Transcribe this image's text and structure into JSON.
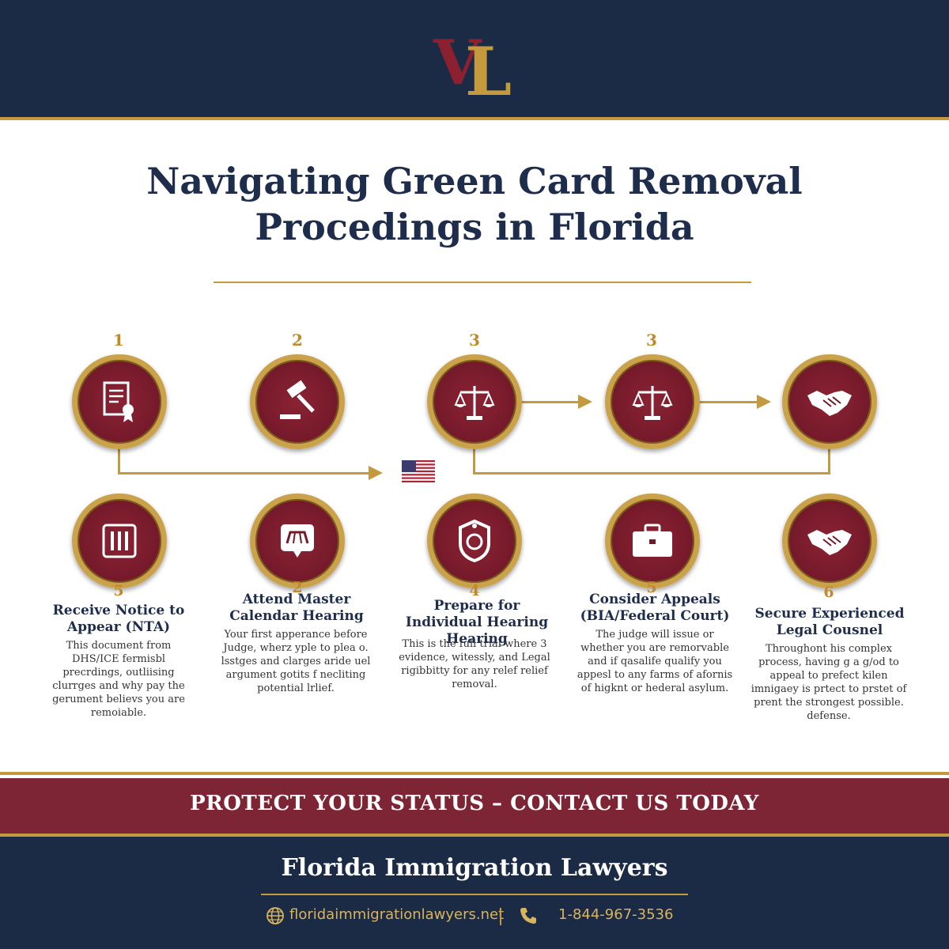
{
  "header": {
    "logo_text": "VL"
  },
  "title": {
    "line1": "Navigating Green Card Removal",
    "line2": "Procedings in Florida"
  },
  "top_numbers": [
    "1",
    "2",
    "3",
    "3"
  ],
  "icons_top": [
    "document-certificate-icon",
    "gavel-icon",
    "scales-icon",
    "scales-icon",
    "handshake-icon"
  ],
  "icons_bottom": [
    "courthouse-pillars-icon",
    "speech-bubble-icon",
    "badge-icon",
    "briefcase-icon",
    "handshake-icon"
  ],
  "flag": "us-flag-icon",
  "steps": [
    {
      "number": "5",
      "title": "Receive Notice to Appear (NTA)",
      "desc": "This document from DHS/ICE fermisbl precrdings, outliising clurrges and why pay the gerument believs you are remoiable."
    },
    {
      "number": "2",
      "title": "Attend Master Calendar Hearing",
      "desc": "Your first apperance before Judge, wherz yple to plea o. lsstges and clarges aride uel argument gotits f necliting potential lrlief."
    },
    {
      "number": "4",
      "title": "Prepare for Individual Hearing Hearing",
      "desc": "This is the full trial where 3 evidence, witessly, and Legal rigibbitty for any relef relief removal."
    },
    {
      "number": "5",
      "title": "Consider Appeals (BIA/Federal Court)",
      "desc": "The judge will issue or whether you are remorvable and if qasalife qualify you appesl to any farms of afornis of higknt or hederal asylum."
    },
    {
      "number": "6",
      "title": "Secure Experienced Legal Cousnel",
      "desc": "Throughont his complex process, having g a g/od to appeal to prefect kilen imnigaey is prtect to prstet of prent the strongest possible. defense."
    }
  ],
  "cta": {
    "text": "PROTECT YOUR STATUS – CONTACT US TODAY"
  },
  "footer": {
    "firm_name": "Florida Immigration Lawyers",
    "website": "floridaimmigrationlawyers.net",
    "separator": "|",
    "phone": "1-844-967-3536",
    "globe_icon": "globe-icon",
    "phone_icon": "phone-icon"
  },
  "colors": {
    "navy": "#1b2a45",
    "gold": "#c59a3e",
    "maroon": "#7d2534",
    "circle": "#74192a"
  }
}
